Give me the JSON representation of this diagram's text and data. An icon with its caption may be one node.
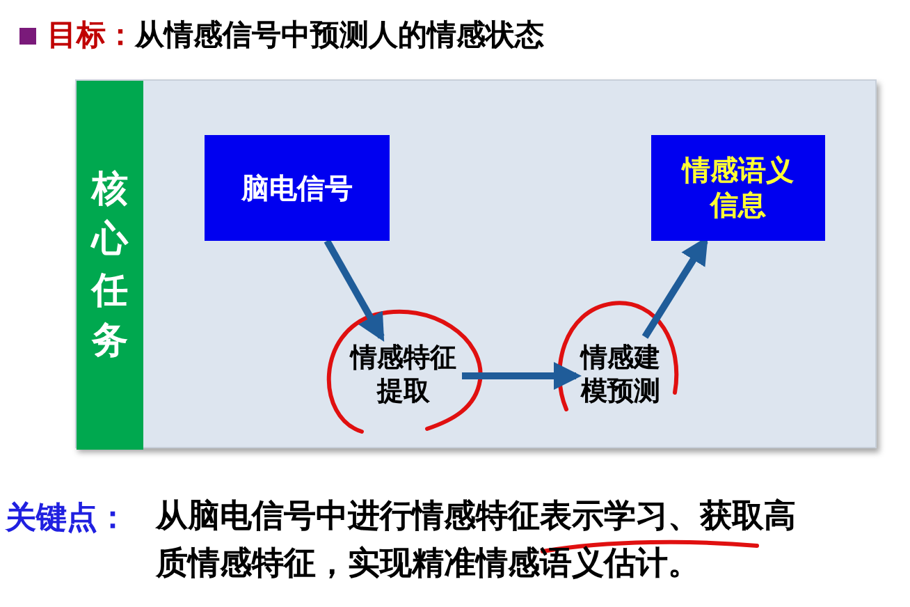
{
  "diagram": {
    "nodes": [
      {
        "text": [],
        "shape": "box"
      },
      {
        "text": [
          "核心任务"
        ],
        "in": 0
      },
      {
        "text": [
          "脑电信号"
        ],
        "in": 0
      },
      {
        "text": [
          "情感语义信息"
        ],
        "in": 0
      },
      {
        "text": [
          "情感特征提取"
        ],
        "in": 0
      },
      {
        "text": [
          "情感建模预测"
        ],
        "in": 0
      }
    ],
    "edges": [
      {
        "from": 2,
        "to": 4,
        "arrow": "to"
      },
      {
        "from": 4,
        "to": 5,
        "arrow": "to"
      },
      {
        "from": 5,
        "to": 3,
        "arrow": "to"
      }
    ],
    "labels": [
      "目标：",
      "从情感信号中预测人的情感状态",
      "关键点：",
      "从脑电信号中进行**情感特征表示学习、**获取**高质**情感特征，实现精准情感语义估计。"
    ]
  }
}
